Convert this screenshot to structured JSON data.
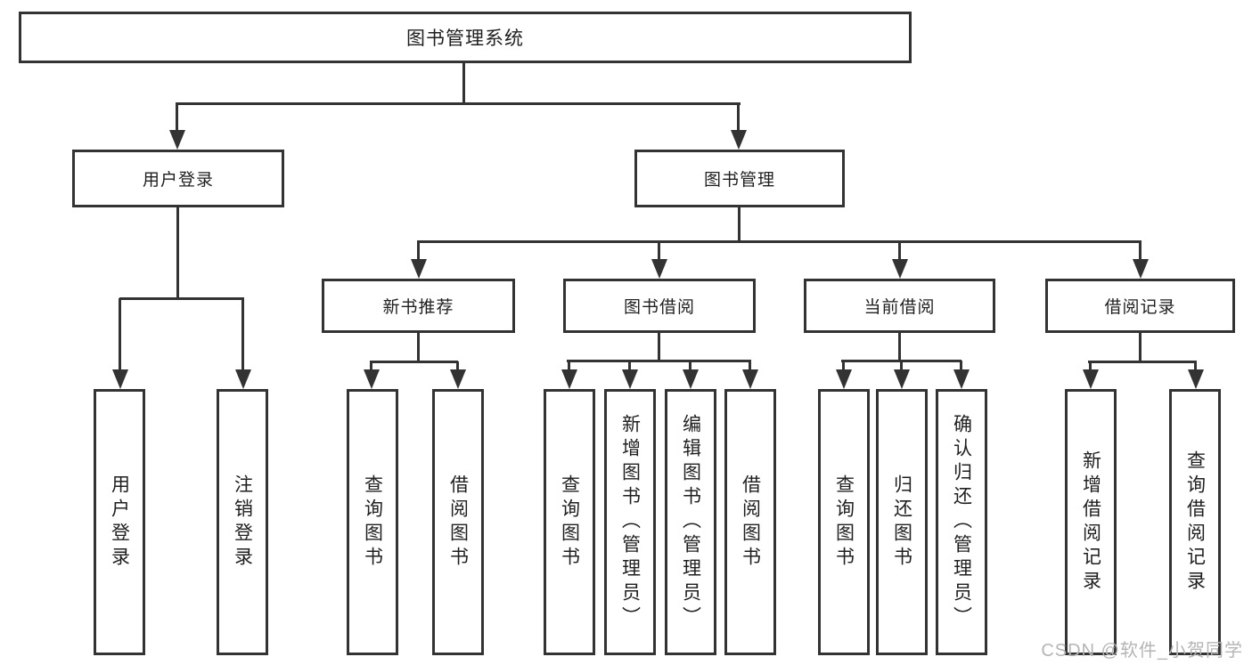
{
  "diagram": {
    "title": "图书管理系统",
    "watermark": "CSDN @软件_小贺同学",
    "colors": {
      "line": "#333333",
      "text": "#1f1f1f",
      "background": "#ffffff",
      "watermark": "#b5b5b5"
    },
    "nodes": [
      {
        "id": "root",
        "label": "图书管理系统"
      },
      {
        "id": "user-login-group",
        "label": "用户登录"
      },
      {
        "id": "book-management",
        "label": "图书管理"
      },
      {
        "id": "new-book-recommend",
        "label": "新书推荐"
      },
      {
        "id": "book-borrowing",
        "label": "图书借阅"
      },
      {
        "id": "current-borrowing",
        "label": "当前借阅"
      },
      {
        "id": "borrowing-records",
        "label": "借阅记录"
      },
      {
        "id": "user-login",
        "label": "用户登录"
      },
      {
        "id": "logout",
        "label": "注销登录"
      },
      {
        "id": "query-books-recommend",
        "label": "查询图书"
      },
      {
        "id": "borrow-books-recommend",
        "label": "借阅图书"
      },
      {
        "id": "query-books-borrowing",
        "label": "查询图书"
      },
      {
        "id": "add-books-admin",
        "label": "新增图书（管理员）"
      },
      {
        "id": "edit-books-admin",
        "label": "编辑图书（管理员）"
      },
      {
        "id": "borrow-books-borrowing",
        "label": "借阅图书"
      },
      {
        "id": "query-books-current",
        "label": "查询图书"
      },
      {
        "id": "return-books",
        "label": "归还图书"
      },
      {
        "id": "confirm-return-admin",
        "label": "确认归还（管理员）"
      },
      {
        "id": "add-borrow-record",
        "label": "新增借阅记录"
      },
      {
        "id": "query-borrow-record",
        "label": "查询借阅记录"
      }
    ],
    "tree": {
      "label": "图书管理系统",
      "children": [
        {
          "label": "用户登录",
          "children": [
            {
              "label": "用户登录"
            },
            {
              "label": "注销登录"
            }
          ]
        },
        {
          "label": "图书管理",
          "children": [
            {
              "label": "新书推荐",
              "children": [
                {
                  "label": "查询图书"
                },
                {
                  "label": "借阅图书"
                }
              ]
            },
            {
              "label": "图书借阅",
              "children": [
                {
                  "label": "查询图书"
                },
                {
                  "label": "新增图书（管理员）"
                },
                {
                  "label": "编辑图书（管理员）"
                },
                {
                  "label": "借阅图书"
                }
              ]
            },
            {
              "label": "当前借阅",
              "children": [
                {
                  "label": "查询图书"
                },
                {
                  "label": "归还图书"
                },
                {
                  "label": "确认归还（管理员）"
                }
              ]
            },
            {
              "label": "借阅记录",
              "children": [
                {
                  "label": "新增借阅记录"
                },
                {
                  "label": "查询借阅记录"
                }
              ]
            }
          ]
        }
      ]
    }
  }
}
